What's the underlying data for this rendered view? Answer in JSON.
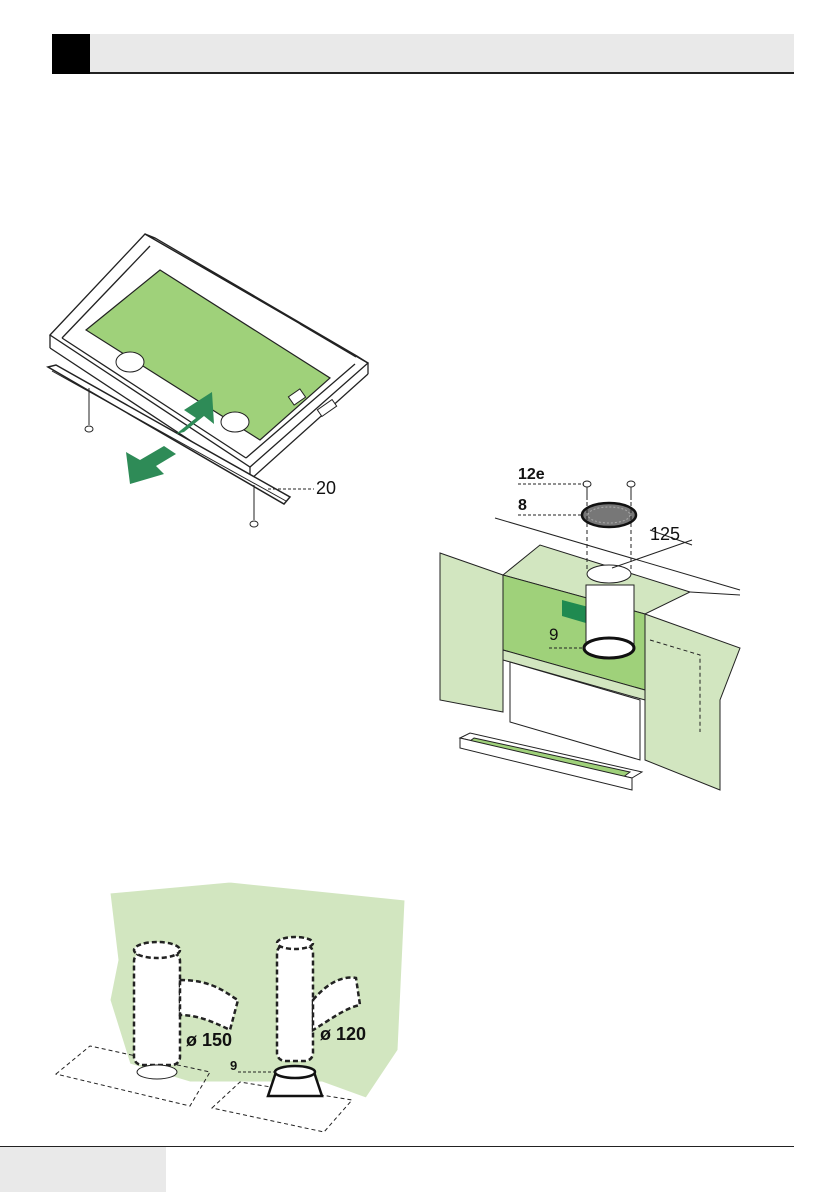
{
  "figure1": {
    "part_label": "20"
  },
  "figure2": {
    "label_screws": "12e",
    "label_grille": "8",
    "label_dimension": "125",
    "label_adapter": "9"
  },
  "figure3": {
    "label_duct_large": "ø 150",
    "label_duct_small": "ø 120",
    "label_adapter": "9"
  },
  "colors": {
    "panel_green": "#9fd17a",
    "wall_green": "#d2e6c0",
    "arrow_green": "#2e8b57",
    "dark_green": "#1f8a50"
  }
}
